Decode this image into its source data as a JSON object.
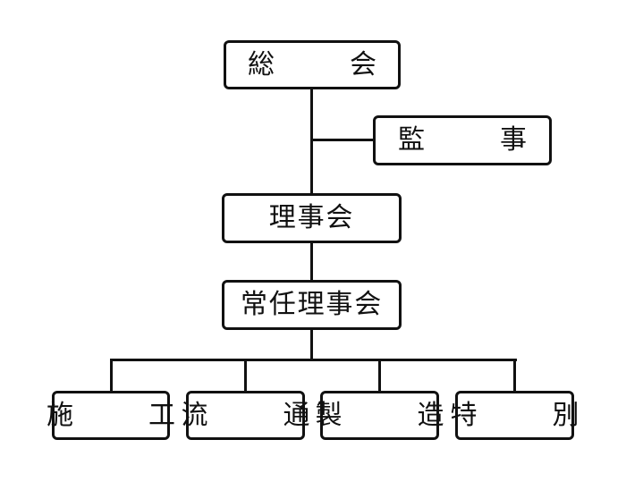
{
  "org_chart": {
    "general_assembly": "総　会",
    "auditors": "監　事",
    "board": "理事会",
    "standing_board": "常任理事会",
    "committees": [
      {
        "label": "施　工"
      },
      {
        "label": "流　通"
      },
      {
        "label": "製　造"
      },
      {
        "label": "特　別"
      }
    ]
  },
  "colors": {
    "line": "#111111",
    "box_border": "#111111",
    "background": "#ffffff"
  }
}
